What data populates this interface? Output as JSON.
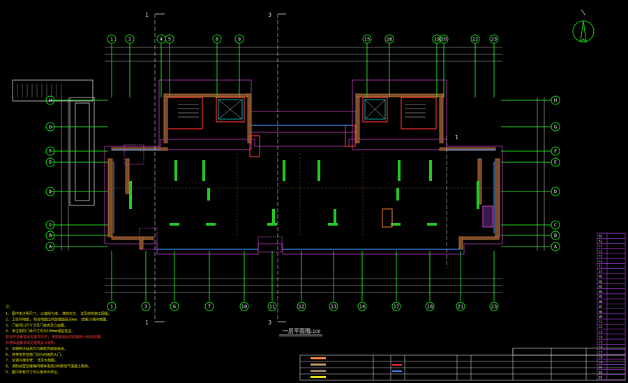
{
  "drawing": {
    "title": "一层平面图",
    "scale": "1:100"
  },
  "section_marks": {
    "left_a": "1",
    "left_b": "1",
    "mid_a": "3",
    "mid_b": "3",
    "right_a": "1"
  },
  "axes": {
    "top": [
      "1",
      "2",
      "4",
      "5",
      "8",
      "9",
      "15",
      "16",
      "19",
      "20",
      "22",
      "23"
    ],
    "bottom": [
      "1",
      "3",
      "6",
      "7",
      "10",
      "11",
      "12",
      "13",
      "14",
      "17",
      "18",
      "21",
      "23"
    ],
    "rows": [
      "H",
      "G",
      "F",
      "E",
      "D",
      "C",
      "B",
      "A"
    ]
  },
  "colors": {
    "background": "#000000",
    "grid": "#18e018",
    "wall": "#c87a3a",
    "accent_magenta": "#d040d0",
    "accent_blue": "#3a8cff",
    "note_yellow": "#e6e600"
  },
  "notes": {
    "heading": "注:",
    "lines": [
      "1. 图中未注明尺寸, 以轴线为准, 墙体定位, 详见结构施工图纸。",
      "2. 卫生间地面, 阳台地面比同层楼面低30mm, 找坡1%坡向地漏。",
      "3. 门窗洞口尺寸详见门窗表及立面图。",
      "4. 未注明的门垛尺寸均为100mm或贴柱边。",
      "   管井待设备管线安装完毕后, 每层楼板处用同级防火材料封堵。",
      "   外墙保温做法详见建筑设计说明。",
      "5. 本图所注标高均为建筑完成面标高。",
      "6. 各类管井检修门均为丙级防火门。",
      "7. 空调冷凝水管, 详见水施图。",
      "8. 消防前室及楼梯间墙体采用200厚加气混凝土砌块。",
      "9. 图中所有尺寸均以毫米为单位。"
    ]
  },
  "legend_rows": [
    {
      "sym": "",
      "c1": "",
      "c2": "",
      "c3": "",
      "c4": "",
      "c5": ""
    },
    {
      "sym": "",
      "c1": "",
      "c2": "",
      "c3": "",
      "c4": "",
      "c5": ""
    },
    {
      "sym": "",
      "c1": "",
      "c2": "",
      "c3": "",
      "c4": "",
      "c5": ""
    },
    {
      "sym": "",
      "c1": "",
      "c2": "",
      "c3": "",
      "c4": "",
      "c5": ""
    }
  ],
  "side_table_rows": [
    "B1",
    "A1",
    "L1",
    "L2",
    "F2",
    "F3",
    "T1",
    "J1",
    "N1",
    "N2",
    "N3",
    "N4",
    "N5",
    "N6",
    "N7",
    "N8",
    "N9",
    "C1",
    "C2",
    "C3",
    "C4",
    "C5",
    "C6",
    "C7",
    "C8",
    "C9",
    "D1",
    "D2",
    "D3"
  ]
}
